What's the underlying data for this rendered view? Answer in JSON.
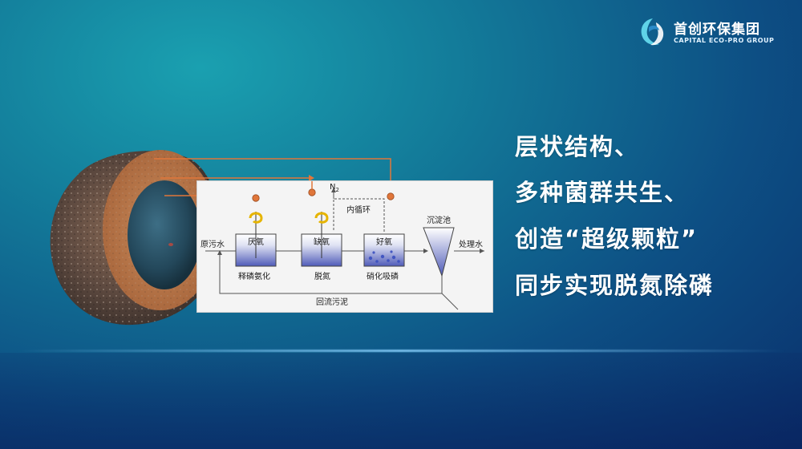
{
  "brand": {
    "name_cn": "首创环保集团",
    "name_en": "CAPITAL ECO-PRO GROUP"
  },
  "colors": {
    "background": "#137c9a",
    "accent_orange": "#e0763a",
    "tank_blue": "#4f5bb8",
    "text": "#ffffff"
  },
  "diagram": {
    "stage1": "厌氧",
    "stage2": "缺氧",
    "stage3": "好氧",
    "sub1": "释磷氨化",
    "sub2": "脱氮",
    "sub3": "硝化吸磷",
    "influent": "原污水",
    "effluent": "处理水",
    "clarifier": "沉淀池",
    "internal_recycle": "内循环",
    "return_sludge": "回流污泥",
    "n2": "N",
    "n2_sub": "2"
  },
  "headlines": [
    "层状结构、",
    "多种菌群共生、",
    "创造“超级颗粒”",
    "同步实现脱氮除磷"
  ]
}
